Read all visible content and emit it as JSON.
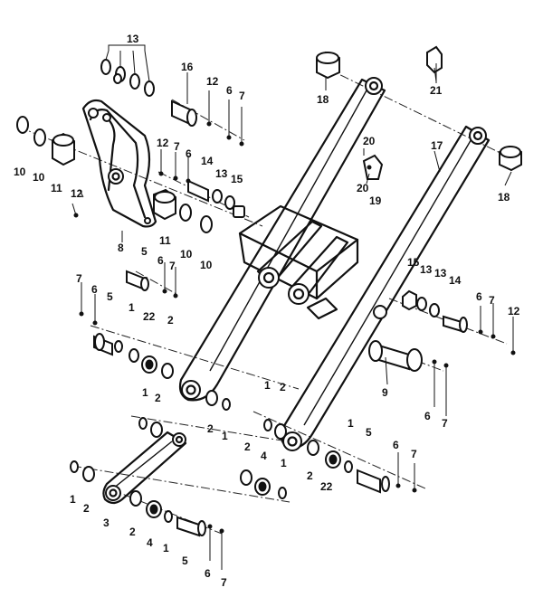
{
  "callouts": [
    {
      "id": "c13a",
      "text": "13"
    },
    {
      "id": "c16",
      "text": "16"
    },
    {
      "id": "c12a",
      "text": "12"
    },
    {
      "id": "c6a",
      "text": "6"
    },
    {
      "id": "c7a",
      "text": "7"
    },
    {
      "id": "c10a",
      "text": "10"
    },
    {
      "id": "c10b",
      "text": "10"
    },
    {
      "id": "c11a",
      "text": "11"
    },
    {
      "id": "c12b",
      "text": "12"
    },
    {
      "id": "c8",
      "text": "8"
    },
    {
      "id": "c12c",
      "text": "12"
    },
    {
      "id": "c7b",
      "text": "7"
    },
    {
      "id": "c6b",
      "text": "6"
    },
    {
      "id": "c14a",
      "text": "14"
    },
    {
      "id": "c13b",
      "text": "13"
    },
    {
      "id": "c15a",
      "text": "15"
    },
    {
      "id": "c11b",
      "text": "11"
    },
    {
      "id": "c10c",
      "text": "10"
    },
    {
      "id": "c10d",
      "text": "10"
    },
    {
      "id": "c5a",
      "text": "5"
    },
    {
      "id": "c6c",
      "text": "6"
    },
    {
      "id": "c7c",
      "text": "7"
    },
    {
      "id": "c18a",
      "text": "18"
    },
    {
      "id": "c21",
      "text": "21"
    },
    {
      "id": "c20a",
      "text": "20"
    },
    {
      "id": "c20b",
      "text": "20"
    },
    {
      "id": "c19",
      "text": "19"
    },
    {
      "id": "c17",
      "text": "17"
    },
    {
      "id": "c18b",
      "text": "18"
    },
    {
      "id": "c7d",
      "text": "7"
    },
    {
      "id": "c6d",
      "text": "6"
    },
    {
      "id": "c5b",
      "text": "5"
    },
    {
      "id": "c1a",
      "text": "1"
    },
    {
      "id": "c22a",
      "text": "22"
    },
    {
      "id": "c2a",
      "text": "2"
    },
    {
      "id": "c15b",
      "text": "15"
    },
    {
      "id": "c13c",
      "text": "13"
    },
    {
      "id": "c13d",
      "text": "13"
    },
    {
      "id": "c14b",
      "text": "14"
    },
    {
      "id": "c6e",
      "text": "6"
    },
    {
      "id": "c7e",
      "text": "7"
    },
    {
      "id": "c12d",
      "text": "12"
    },
    {
      "id": "c9",
      "text": "9"
    },
    {
      "id": "c6f",
      "text": "6"
    },
    {
      "id": "c7f",
      "text": "7"
    },
    {
      "id": "c1b",
      "text": "1"
    },
    {
      "id": "c2b",
      "text": "2"
    },
    {
      "id": "c2c",
      "text": "2"
    },
    {
      "id": "c1c",
      "text": "1"
    },
    {
      "id": "c1d",
      "text": "1"
    },
    {
      "id": "c2d",
      "text": "2"
    },
    {
      "id": "c2e",
      "text": "2"
    },
    {
      "id": "c4a",
      "text": "4"
    },
    {
      "id": "c1e",
      "text": "1"
    },
    {
      "id": "c2f",
      "text": "2"
    },
    {
      "id": "c22b",
      "text": "22"
    },
    {
      "id": "c1f",
      "text": "1"
    },
    {
      "id": "c5c",
      "text": "5"
    },
    {
      "id": "c6g",
      "text": "6"
    },
    {
      "id": "c7g",
      "text": "7"
    },
    {
      "id": "c1g",
      "text": "1"
    },
    {
      "id": "c2g",
      "text": "2"
    },
    {
      "id": "c3",
      "text": "3"
    },
    {
      "id": "c2h",
      "text": "2"
    },
    {
      "id": "c4b",
      "text": "4"
    },
    {
      "id": "c1h",
      "text": "1"
    },
    {
      "id": "c5d",
      "text": "5"
    },
    {
      "id": "c6h",
      "text": "6"
    },
    {
      "id": "c7h",
      "text": "7"
    }
  ]
}
